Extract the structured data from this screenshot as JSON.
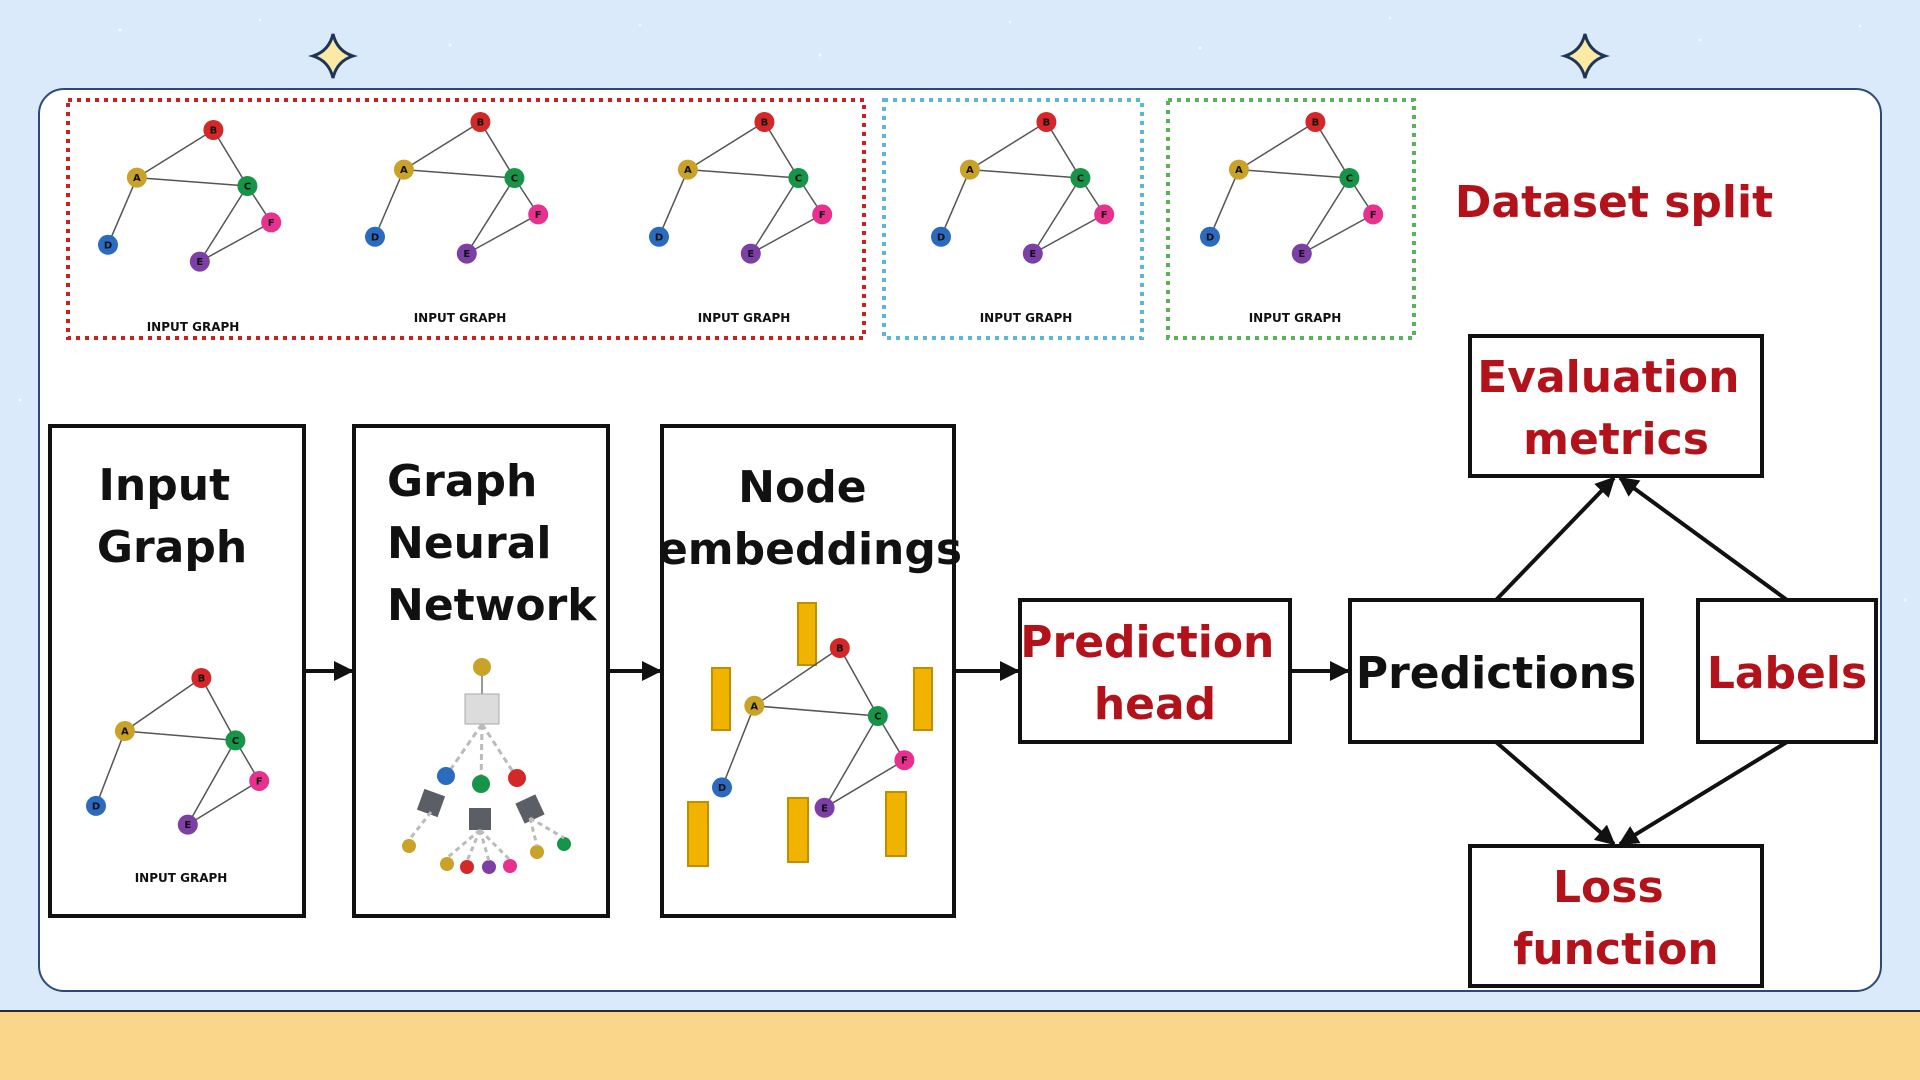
{
  "split": {
    "title": "Dataset split",
    "graph_caption": "INPUT GRAPH",
    "colors": {
      "train": "#cc1f1f",
      "validation": "#5ab8d6",
      "test": "#58b35a"
    }
  },
  "graph": {
    "caption": "INPUT GRAPH",
    "nodes": [
      {
        "id": "B",
        "color": "#d42727"
      },
      {
        "id": "A",
        "color": "#c9a227"
      },
      {
        "id": "C",
        "color": "#169447"
      },
      {
        "id": "F",
        "color": "#e8308f"
      },
      {
        "id": "D",
        "color": "#2a6bbf"
      },
      {
        "id": "E",
        "color": "#7b3fa6"
      }
    ],
    "edges": [
      [
        "A",
        "B"
      ],
      [
        "B",
        "C"
      ],
      [
        "A",
        "C"
      ],
      [
        "A",
        "D"
      ],
      [
        "C",
        "E"
      ],
      [
        "E",
        "F"
      ],
      [
        "C",
        "F"
      ]
    ]
  },
  "pipeline": {
    "input_graph": [
      "Input",
      "Graph"
    ],
    "gnn": [
      "Graph",
      "Neural",
      "Network"
    ],
    "node_embeddings": [
      "Node",
      "embeddings"
    ],
    "prediction_head": [
      "Prediction",
      "head"
    ],
    "predictions": "Predictions",
    "labels": "Labels",
    "evaluation_metrics": [
      "Evaluation",
      "metrics"
    ],
    "loss_function": [
      "Loss",
      "function"
    ]
  },
  "colors": {
    "accent_red": "#b3121b",
    "embedding_bar": "#f0b400",
    "footer": "#f9d68a",
    "background": "#dbeafa"
  },
  "icons": [
    "sparkle-star-icon",
    "arrow-icon",
    "graph-icon",
    "gnn-tree-icon"
  ]
}
